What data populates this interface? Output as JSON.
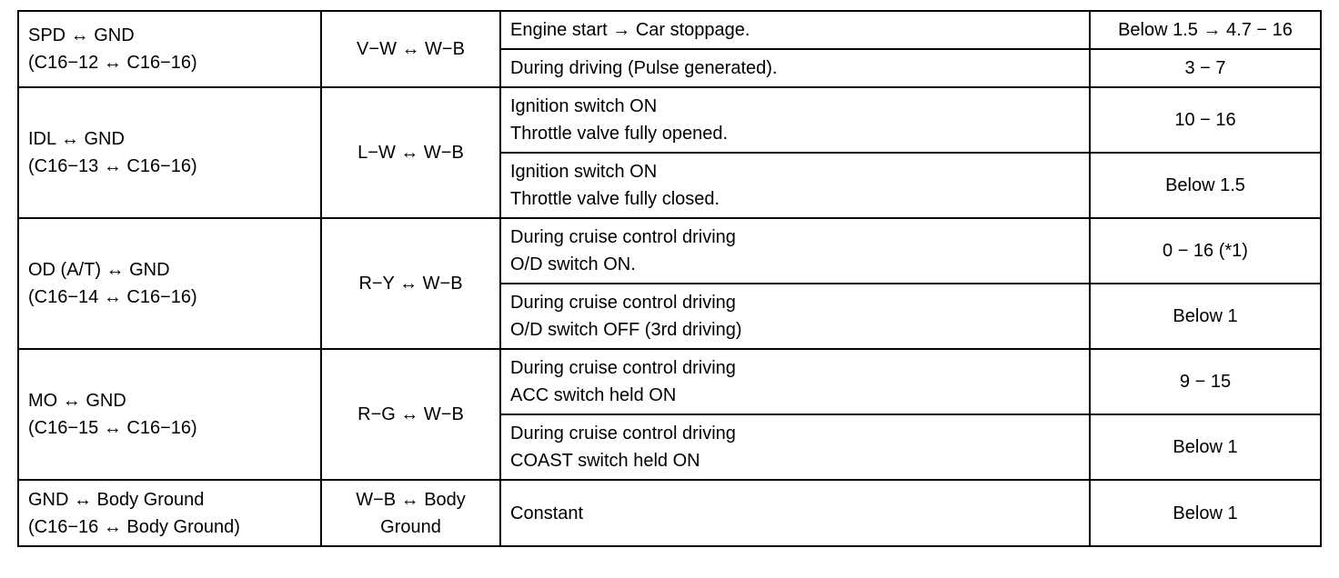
{
  "rows": [
    {
      "terminal": [
        "SPD ↔ GND",
        "(C16−12 ↔ C16−16)"
      ],
      "wiring": [
        "V−W ↔ W−B"
      ],
      "conditions": [
        {
          "lines": [
            "Engine start → Car stoppage."
          ],
          "value": "Below 1.5 → 4.7 − 16"
        },
        {
          "lines": [
            "During driving (Pulse generated)."
          ],
          "value": "3 − 7"
        }
      ]
    },
    {
      "terminal": [
        "IDL ↔ GND",
        "(C16−13 ↔ C16−16)"
      ],
      "wiring": [
        "L−W ↔ W−B"
      ],
      "conditions": [
        {
          "lines": [
            "Ignition switch ON",
            "Throttle valve fully opened."
          ],
          "value": "10 − 16"
        },
        {
          "lines": [
            "Ignition switch ON",
            "Throttle valve fully closed."
          ],
          "value": "Below 1.5"
        }
      ]
    },
    {
      "terminal": [
        "OD (A/T) ↔ GND",
        "(C16−14 ↔ C16−16)"
      ],
      "wiring": [
        "R−Y ↔ W−B"
      ],
      "conditions": [
        {
          "lines": [
            "During cruise control driving",
            "O/D switch ON."
          ],
          "value": "0 − 16 (*1)"
        },
        {
          "lines": [
            "During cruise control driving",
            "O/D switch OFF (3rd driving)"
          ],
          "value": "Below 1"
        }
      ]
    },
    {
      "terminal": [
        "MO ↔ GND",
        "(C16−15 ↔ C16−16)"
      ],
      "wiring": [
        "R−G ↔ W−B"
      ],
      "conditions": [
        {
          "lines": [
            "During cruise control driving",
            "ACC switch held ON"
          ],
          "value": "9 − 15"
        },
        {
          "lines": [
            "During cruise control driving",
            "COAST switch held ON"
          ],
          "value": "Below 1"
        }
      ]
    },
    {
      "terminal": [
        "GND ↔ Body  Ground",
        "(C16−16 ↔ Body  Ground)"
      ],
      "wiring": [
        "W−B ↔ Body",
        "Ground"
      ],
      "conditions": [
        {
          "lines": [
            "Constant"
          ],
          "value": "Below 1"
        }
      ]
    }
  ]
}
